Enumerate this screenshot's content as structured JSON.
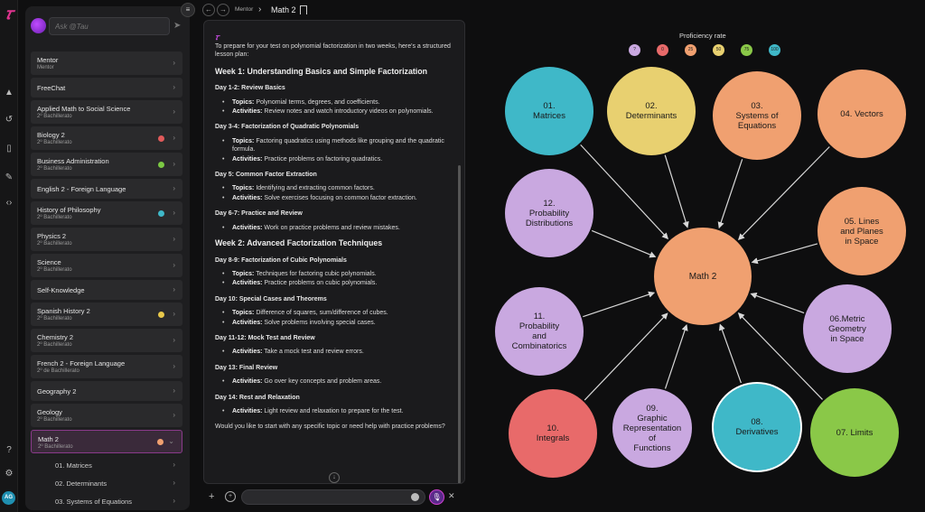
{
  "rail": {
    "logo": "𝜏",
    "avatar": "AG"
  },
  "sidebar": {
    "ask_placeholder": "Ask @Tau",
    "courses": [
      {
        "name": "Mentor",
        "sub": "Mentor",
        "dot": ""
      },
      {
        "name": "FreeChat",
        "sub": "",
        "dot": ""
      },
      {
        "name": "Applied Math to Social Science",
        "sub": "2º Bachillerato",
        "dot": ""
      },
      {
        "name": "Biology 2",
        "sub": "2º Bachillerato",
        "dot": "#e05a5a"
      },
      {
        "name": "Business Administration",
        "sub": "2º Bachillerato",
        "dot": "#7bc843"
      },
      {
        "name": "English 2 - Foreign Language",
        "sub": "",
        "dot": ""
      },
      {
        "name": "History of Philosophy",
        "sub": "2º Bachillerato",
        "dot": "#3fb8c8"
      },
      {
        "name": "Physics 2",
        "sub": "2º Bachillerato",
        "dot": ""
      },
      {
        "name": "Science",
        "sub": "2º Bachillerato",
        "dot": ""
      },
      {
        "name": "Self-Knowledge",
        "sub": "",
        "dot": ""
      },
      {
        "name": "Spanish History 2",
        "sub": "2º Bachillerato",
        "dot": "#e8c84a"
      },
      {
        "name": "Chemistry 2",
        "sub": "2º Bachillerato",
        "dot": ""
      },
      {
        "name": "French 2 - Foreign Language",
        "sub": "2º de Bachillerato",
        "dot": ""
      },
      {
        "name": "Geography 2",
        "sub": "",
        "dot": ""
      },
      {
        "name": "Geology",
        "sub": "2º Bachillerato",
        "dot": ""
      },
      {
        "name": "Math 2",
        "sub": "2º Bachillerato",
        "dot": "#f0a070",
        "active": true
      }
    ],
    "subitems": [
      "01. Matrices",
      "02. Determinants",
      "03. Systems of Equations"
    ]
  },
  "nav": {
    "crumb1": "Mentor",
    "crumb2": "Math 2"
  },
  "chat": {
    "tau": "𝜏",
    "intro": "To prepare for your test on polynomial factorization in two weeks, here's a structured lesson plan:",
    "weeks": [
      {
        "title": "Week 1: Understanding Basics and Simple Factorization",
        "days": [
          {
            "title": "Day 1-2: Review Basics",
            "items": [
              {
                "k": "Topics:",
                "v": "Polynomial terms, degrees, and coefficients."
              },
              {
                "k": "Activities:",
                "v": "Review notes and watch introductory videos on polynomials."
              }
            ]
          },
          {
            "title": "Day 3-4: Factorization of Quadratic Polynomials",
            "items": [
              {
                "k": "Topics:",
                "v": "Factoring quadratics using methods like grouping and the quadratic formula."
              },
              {
                "k": "Activities:",
                "v": "Practice problems on factoring quadratics."
              }
            ]
          },
          {
            "title": "Day 5: Common Factor Extraction",
            "items": [
              {
                "k": "Topics:",
                "v": "Identifying and extracting common factors."
              },
              {
                "k": "Activities:",
                "v": "Solve exercises focusing on common factor extraction."
              }
            ]
          },
          {
            "title": "Day 6-7: Practice and Review",
            "items": [
              {
                "k": "Activities:",
                "v": "Work on practice problems and review mistakes."
              }
            ]
          }
        ]
      },
      {
        "title": "Week 2: Advanced Factorization Techniques",
        "days": [
          {
            "title": "Day 8-9: Factorization of Cubic Polynomials",
            "items": [
              {
                "k": "Topics:",
                "v": "Techniques for factoring cubic polynomials."
              },
              {
                "k": "Activities:",
                "v": "Practice problems on cubic polynomials."
              }
            ]
          },
          {
            "title": "Day 10: Special Cases and Theorems",
            "items": [
              {
                "k": "Topics:",
                "v": "Difference of squares, sum/difference of cubes."
              },
              {
                "k": "Activities:",
                "v": "Solve problems involving special cases."
              }
            ]
          },
          {
            "title": "Day 11-12: Mock Test and Review",
            "items": [
              {
                "k": "Activities:",
                "v": "Take a mock test and review errors."
              }
            ]
          },
          {
            "title": "Day 13: Final Review",
            "items": [
              {
                "k": "Activities:",
                "v": "Go over key concepts and problem areas."
              }
            ]
          },
          {
            "title": "Day 14: Rest and Relaxation",
            "items": [
              {
                "k": "Activities:",
                "v": "Light review and relaxation to prepare for the test."
              }
            ]
          }
        ]
      }
    ],
    "outro": "Would you like to start with any specific topic or need help with practice problems?"
  },
  "graph": {
    "legend_title": "Proficiency rate",
    "legend": [
      {
        "label": "?",
        "color": "#c9a8e0"
      },
      {
        "label": "0",
        "color": "#e86a6a"
      },
      {
        "label": "25",
        "color": "#f0a070"
      },
      {
        "label": "50",
        "color": "#e8d070"
      },
      {
        "label": "75",
        "color": "#8ac848"
      },
      {
        "label": "100",
        "color": "#3fb8c8"
      }
    ],
    "center": {
      "label": "Math 2",
      "color": "#f0a070"
    },
    "nodes": [
      {
        "label": "01.\nMatrices",
        "color": "#3fb8c8"
      },
      {
        "label": "02.\nDeterminants",
        "color": "#e8d070"
      },
      {
        "label": "03.\nSystems of\nEquations",
        "color": "#f0a070"
      },
      {
        "label": "04. Vectors",
        "color": "#f0a070"
      },
      {
        "label": "05. Lines\nand Planes\nin Space",
        "color": "#f0a070"
      },
      {
        "label": "06.Metric\nGeometry\nin Space",
        "color": "#c9a8e0"
      },
      {
        "label": "07. Limits",
        "color": "#8ac848"
      },
      {
        "label": "08.\nDerivatives",
        "color": "#3fb8c8"
      },
      {
        "label": "09.\nGraphic\nRepresentation\nof\nFunctions",
        "color": "#c9a8e0"
      },
      {
        "label": "10.\nIntegrals",
        "color": "#e86a6a"
      },
      {
        "label": "11.\nProbability\nand\nCombinatorics",
        "color": "#c9a8e0"
      },
      {
        "label": "12.\nProbability\nDistributions",
        "color": "#c9a8e0"
      }
    ]
  }
}
